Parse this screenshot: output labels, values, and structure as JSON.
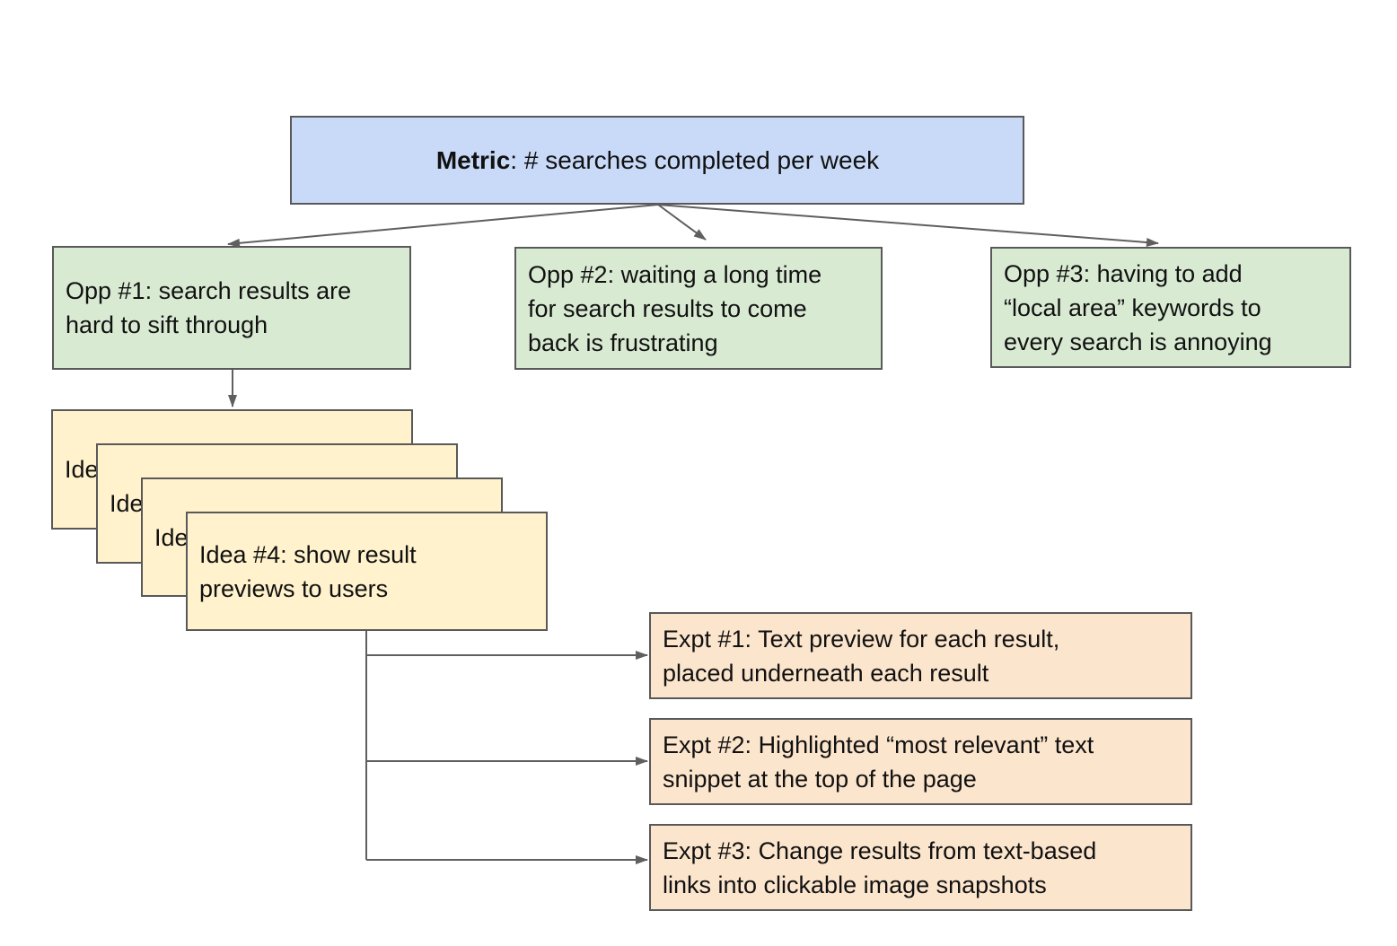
{
  "diagram": {
    "metric": {
      "label_bold": "Metric",
      "label_rest": ": # searches completed per week"
    },
    "opportunities": [
      {
        "lines": [
          "Opp #1: search results are",
          "hard to sift through"
        ]
      },
      {
        "lines": [
          "Opp #2: waiting a long time",
          "for search results to come",
          "back is frustrating"
        ]
      },
      {
        "lines": [
          "Opp #3: having to add",
          "“local area” keywords to",
          "every search is annoying"
        ]
      }
    ],
    "ideas": {
      "stacked_partial": [
        {
          "visible_text": "Ide"
        },
        {
          "visible_text": "Ide"
        },
        {
          "visible_text": "Ide"
        }
      ],
      "front": {
        "lines": [
          "Idea #4: show result",
          "previews to users"
        ]
      }
    },
    "experiments": [
      {
        "lines": [
          "Expt #1: Text preview for each result,",
          "placed underneath each result"
        ]
      },
      {
        "lines": [
          "Expt #2: Highlighted “most relevant” text",
          "snippet at the top of the page"
        ]
      },
      {
        "lines": [
          "Expt #3: Change results from text-based",
          "links into clickable image snapshots"
        ]
      }
    ],
    "colors": {
      "metric_fill": "#c9daf8",
      "opportunity_fill": "#d9ead3",
      "idea_fill": "#fff2cc",
      "experiment_fill": "#fce5cd",
      "border": "#595959",
      "connector": "#5f5f5f",
      "text": "#111111"
    }
  }
}
